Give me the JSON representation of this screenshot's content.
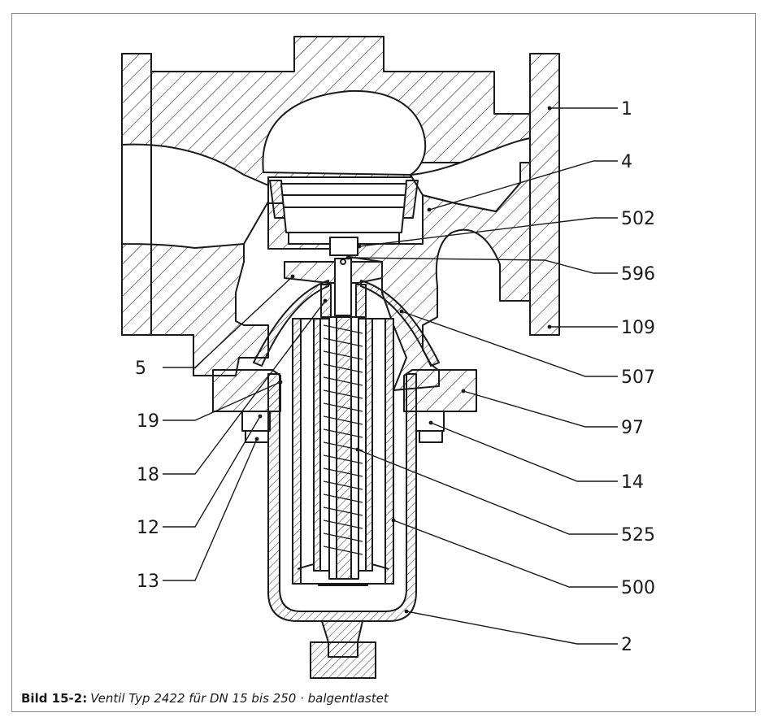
{
  "part_labels": {
    "p1": "1",
    "p4": "4",
    "p502": "502",
    "p596": "596",
    "p109": "109",
    "p507": "507",
    "p97": "97",
    "p14": "14",
    "p525": "525",
    "p500": "500",
    "p2": "2",
    "p5": "5",
    "p19": "19",
    "p18": "18",
    "p12": "12",
    "p13": "13"
  },
  "caption": {
    "number": "Bild 15-2:",
    "text": "Ventil Typ 2422 für DN 15 bis 250 · balgentlastet"
  },
  "colors": {
    "line": "#1a1a1a",
    "frame": "#8a8a8a",
    "fill": "#ffffff"
  }
}
